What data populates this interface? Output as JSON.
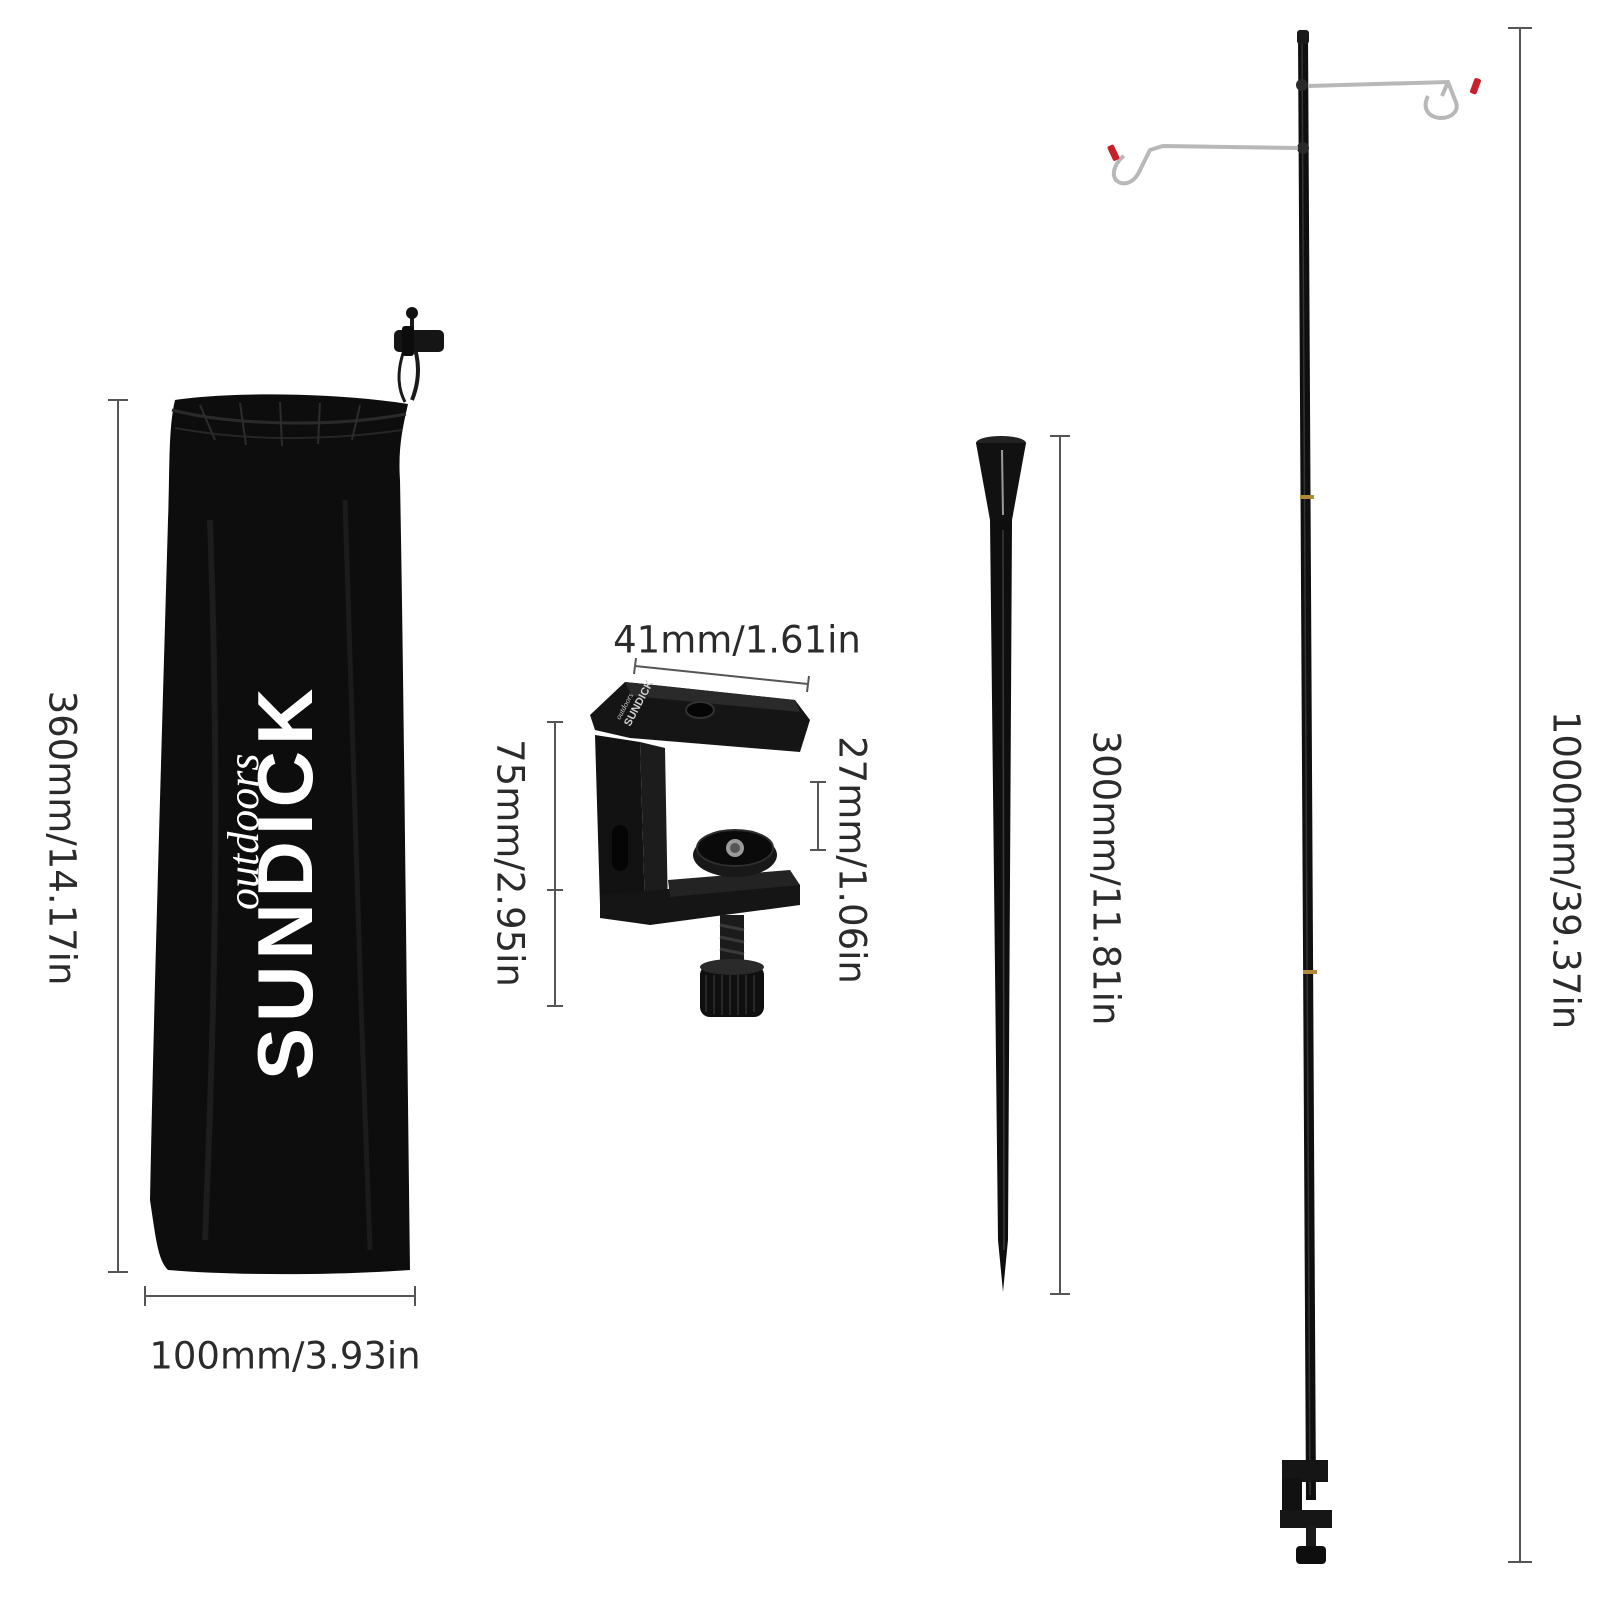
{
  "items": {
    "bag": {
      "height_label": "360mm/14.17in",
      "width_label": "100mm/3.93in",
      "brand_script": "outdoors",
      "brand_name": "SUNDICK"
    },
    "clamp": {
      "width_label": "41mm/1.61in",
      "height_label": "75mm/2.95in",
      "jaw_label": "27mm/1.06in",
      "engraving_script": "outdoors",
      "engraving_name": "SUNDICK"
    },
    "stake": {
      "length_label": "300mm/11.81in"
    },
    "pole": {
      "length_label": "1000mm/39.37in"
    }
  },
  "colors": {
    "product_black": "#111111",
    "dimension_line": "#555555",
    "hook_tip": "#c8202a",
    "hook_wire": "#b8b8b8",
    "brass_joint": "#b08a3c"
  }
}
